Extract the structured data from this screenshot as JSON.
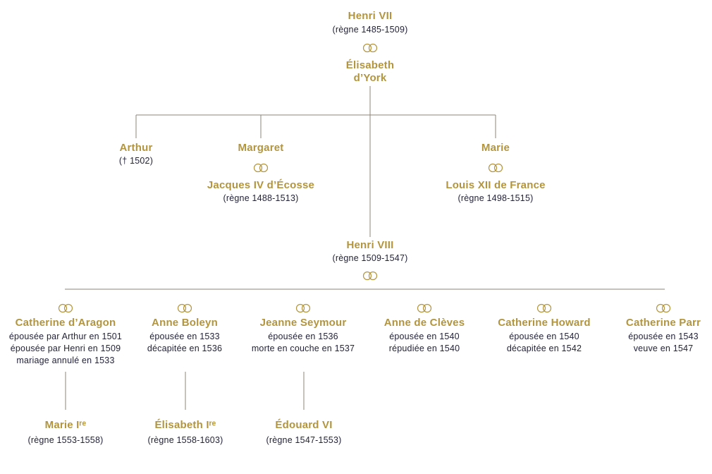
{
  "diagram": {
    "type": "family-tree",
    "subject": "Dynastie Tudor — Henri VII et Henri VIII",
    "colors": {
      "name_gold": "#b2953e",
      "detail_dark": "#23233a",
      "connector_gray": "#8b8579",
      "background": "#ffffff"
    },
    "icons": {
      "marriage": "marriage-rings-icon"
    },
    "gen1": {
      "henri7": {
        "name": "Henri VII",
        "reign": "(règne 1485-1509)"
      },
      "elisabeth": {
        "name_line1": "Élisabeth",
        "name_line2": "d’York"
      }
    },
    "gen2": {
      "arthur": {
        "name": "Arthur",
        "death": "(† 1502)"
      },
      "margaret": {
        "name": "Margaret",
        "spouse_name": "Jacques IV d’Écosse",
        "spouse_reign": "(règne 1488-1513)"
      },
      "marie": {
        "name": "Marie",
        "spouse_name": "Louis XII de France",
        "spouse_reign": "(règne 1498-1515)"
      },
      "henri8": {
        "name": "Henri VIII",
        "reign": "(règne 1509-1547)"
      }
    },
    "wives": [
      {
        "name": "Catherine d’Aragon",
        "events": [
          "épousée par Arthur en 1501",
          "épousée par Henri en 1509",
          "mariage annulé en 1533"
        ]
      },
      {
        "name": "Anne Boleyn",
        "events": [
          "épousée en 1533",
          "décapitée en 1536"
        ]
      },
      {
        "name": "Jeanne Seymour",
        "events": [
          "épousée en 1536",
          "morte en couche en 1537"
        ]
      },
      {
        "name": "Anne de Clèves",
        "events": [
          "épousée en 1540",
          "répudiée en 1540"
        ]
      },
      {
        "name": "Catherine Howard",
        "events": [
          "épousée en 1540",
          "décapitée en 1542"
        ]
      },
      {
        "name": "Catherine Parr",
        "events": [
          "épousée en 1543",
          "veuve en 1547"
        ]
      }
    ],
    "gen3": [
      {
        "name": "Marie Iʳᵉ",
        "reign": "(règne 1553-1558)"
      },
      {
        "name": "Élisabeth Iʳᵉ",
        "reign": "(règne 1558-1603)"
      },
      {
        "name": "Édouard VI",
        "reign": "(règne 1547-1553)"
      }
    ]
  }
}
